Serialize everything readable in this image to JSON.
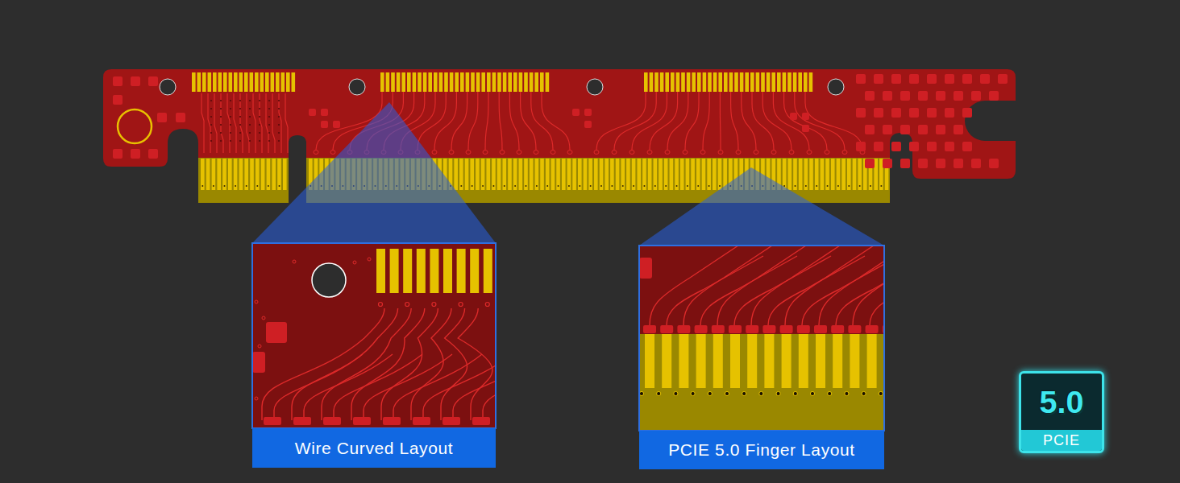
{
  "diagram": {
    "nodes": [
      {
        "text": [
          "Wire Curved Layout"
        ]
      },
      {
        "text": [
          "PCIE 5.0 Finger Layout"
        ]
      },
      {
        "text": [
          "5.0",
          "PCIE"
        ]
      }
    ],
    "edges": []
  }
}
